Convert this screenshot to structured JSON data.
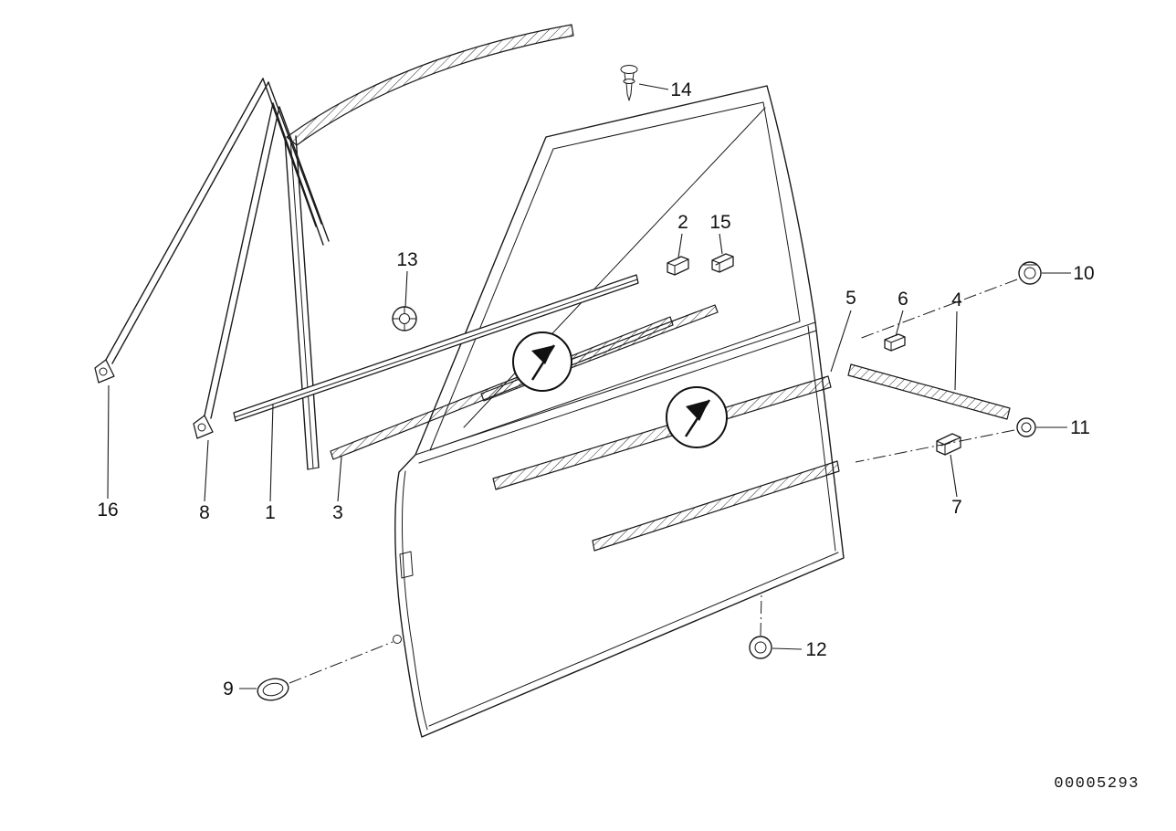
{
  "colors": {
    "background": "#ffffff",
    "line": "#1a1a1a"
  },
  "part_labels": {
    "p1": "1",
    "p2": "2",
    "p3": "3",
    "p4": "4",
    "p5": "5",
    "p6": "6",
    "p7": "7",
    "p8": "8",
    "p9": "9",
    "p10": "10",
    "p11": "11",
    "p12": "12",
    "p13": "13",
    "p14": "14",
    "p15": "15",
    "p16": "16"
  },
  "footer": {
    "doc_number": "00005293"
  }
}
